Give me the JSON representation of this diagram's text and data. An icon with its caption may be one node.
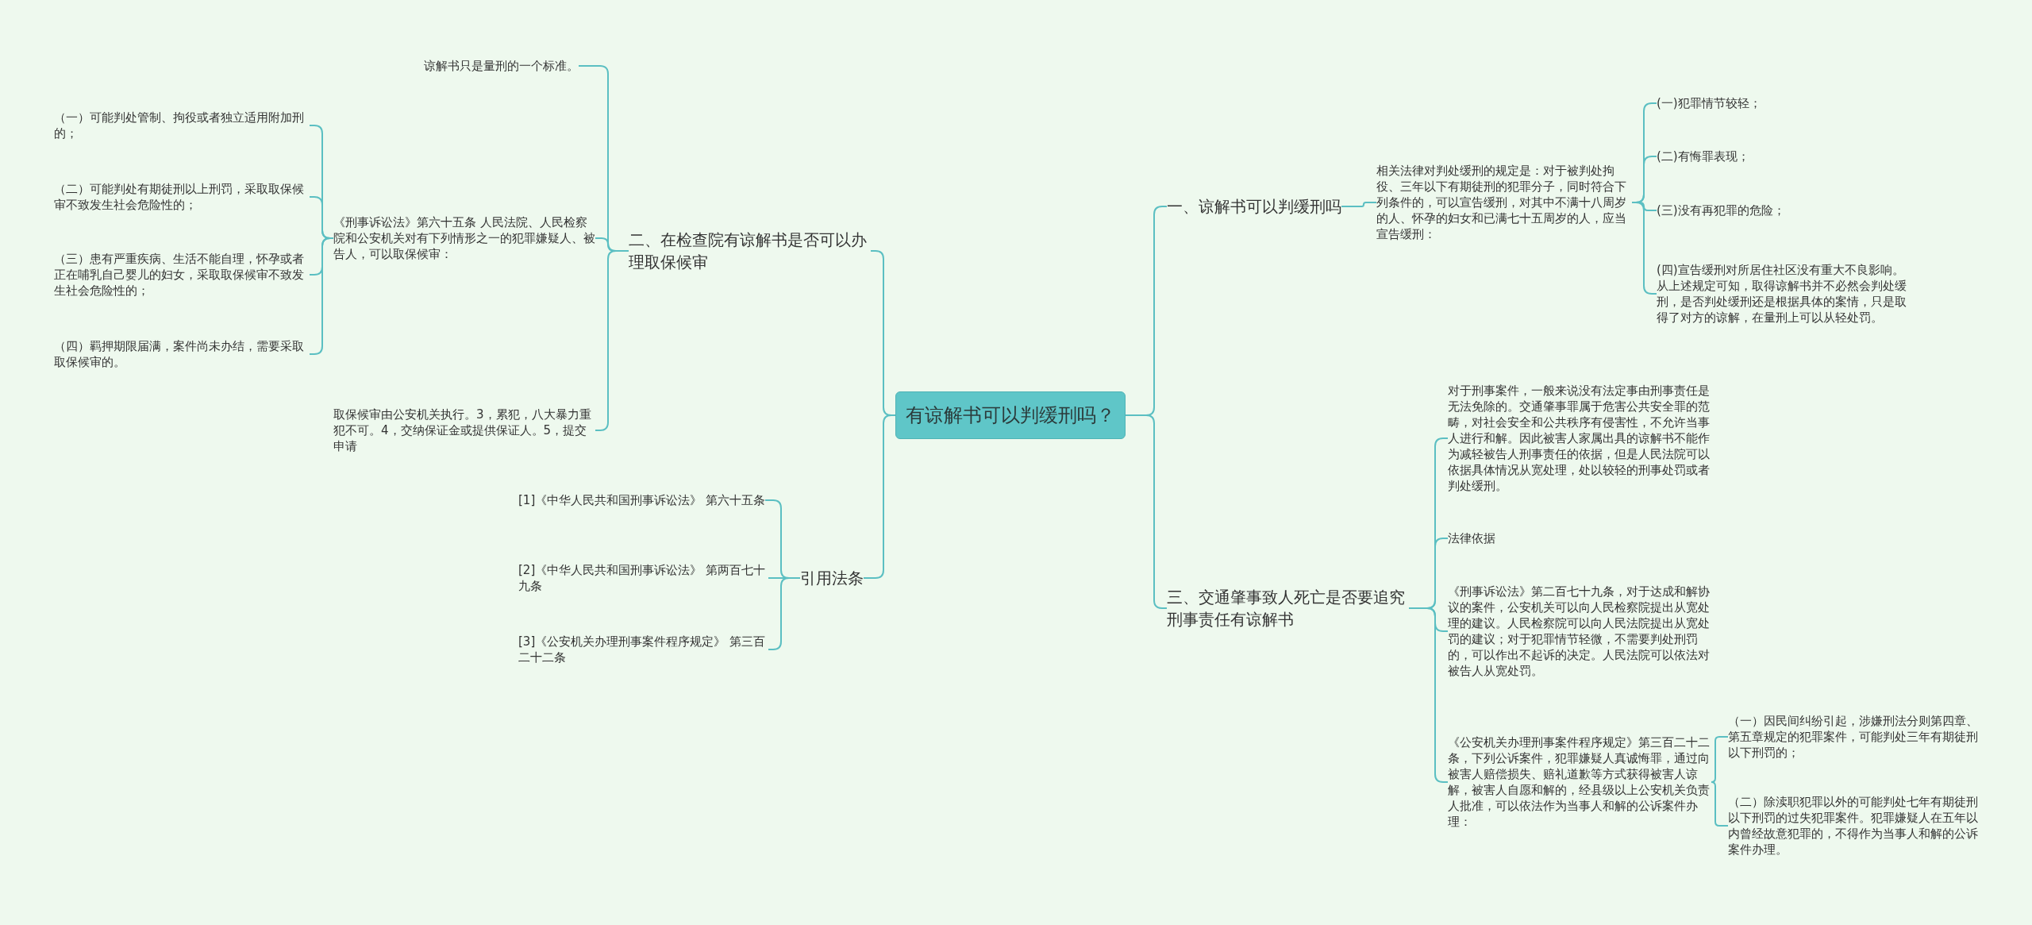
{
  "diagram": {
    "nodes": [
      {
        "text": [
          "有谅解书可以判缓刑吗？"
        ]
      },
      {
        "text": [
          "一、谅解书可以判缓刑吗"
        ]
      },
      {
        "text": [
          "相关法律对判处缓刑的规定是：对于被判处拘役、三年以下有期徒刑的犯罪分子，同时符合下列条件的，可以宣告缓刑，对其中不满十八周岁的人、怀孕的妇女和已满七十五周岁的人，应当宣告缓刑："
        ]
      },
      {
        "text": [
          "(一)犯罪情节较轻；"
        ]
      },
      {
        "text": [
          "(二)有悔罪表现；"
        ]
      },
      {
        "text": [
          "(三)没有再犯罪的危险；"
        ]
      },
      {
        "text": [
          "(四)宣告缓刑对所居住社区没有重大不良影响。从上述规定可知，取得谅解书并不必然会判处缓刑，是否判处缓刑还是根据具体的案情，只是取得了对方的谅解，在量刑上可以从轻处罚。"
        ]
      },
      {
        "text": [
          "三、交通肇事致人死亡是否要追究刑事责任有谅解书"
        ]
      },
      {
        "text": [
          "对于刑事案件，一般来说没有法定事由刑事责任是无法免除的。交通肇事罪属于危害公共安全罪的范畴，对社会安全和公共秩序有侵害性，不允许当事人进行和解。因此被害人家属出具的谅解书不能作为减轻被告人刑事责任的依据，但是人民法院可以依据具体情况从宽处理，处以较轻的刑事处罚或者判处缓刑。"
        ]
      },
      {
        "text": [
          "法律依据"
        ]
      },
      {
        "text": [
          "《刑事诉讼法》第二百七十九条，对于达成和解协议的案件，公安机关可以向人民检察院提出从宽处理的建议。人民检察院可以向人民法院提出从宽处罚的建议；对于犯罪情节轻微，不需要判处刑罚的，可以作出不起诉的决定。人民法院可以依法对被告人从宽处罚。"
        ]
      },
      {
        "text": [
          "《公安机关办理刑事案件程序规定》第三百二十二条，下列公诉案件，犯罪嫌疑人真诚悔罪，通过向被害人赔偿损失、赔礼道歉等方式获得被害人谅解，被害人自愿和解的，经县级以上公安机关负责人批准，可以依法作为当事人和解的公诉案件办理："
        ]
      },
      {
        "text": [
          "（一）因民间纠纷引起，涉嫌刑法分则第四章、第五章规定的犯罪案件，可能判处三年有期徒刑以下刑罚的；"
        ]
      },
      {
        "text": [
          "（二）除渎职犯罪以外的可能判处七年有期徒刑以下刑罚的过失犯罪案件。犯罪嫌疑人在五年以内曾经故意犯罪的，不得作为当事人和解的公诉案件办理。"
        ]
      },
      {
        "text": [
          "二、在检查院有谅解书是否可以办理取保候审"
        ]
      },
      {
        "text": [
          "谅解书只是量刑的一个标准。"
        ]
      },
      {
        "text": [
          "《刑事诉讼法》第六十五条 人民法院、人民检察院和公安机关对有下列情形之一的犯罪嫌疑人、被告人，可以取保候审："
        ]
      },
      {
        "text": [
          "（一）可能判处管制、拘役或者独立适用附加刑的；"
        ]
      },
      {
        "text": [
          "（二）可能判处有期徒刑以上刑罚，采取取保候审不致发生社会危险性的；"
        ]
      },
      {
        "text": [
          "（三）患有严重疾病、生活不能自理，怀孕或者正在哺乳自己婴儿的妇女，采取取保候审不致发生社会危险性的；"
        ]
      },
      {
        "text": [
          "（四）羁押期限届满，案件尚未办结，需要采取取保候审的。"
        ]
      },
      {
        "text": [
          "取保候审由公安机关执行。3，累犯，八大暴力重犯不可。4，交纳保证金或提供保证人。5，提交申请"
        ]
      },
      {
        "text": [
          "引用法条"
        ]
      },
      {
        "text": [
          "[1]《中华人民共和国刑事诉讼法》 第六十五条"
        ]
      },
      {
        "text": [
          "[2]《中华人民共和国刑事诉讼法》 第两百七十九条"
        ]
      },
      {
        "text": [
          "[3]《公安机关办理刑事案件程序规定》 第三百二十二条"
        ]
      }
    ],
    "edges": [
      {
        "from": 0,
        "to": 1,
        "arrow": "none"
      },
      {
        "from": 1,
        "to": 2,
        "arrow": "none"
      },
      {
        "from": 2,
        "to": 3,
        "arrow": "none"
      },
      {
        "from": 2,
        "to": 4,
        "arrow": "none"
      },
      {
        "from": 2,
        "to": 5,
        "arrow": "none"
      },
      {
        "from": 2,
        "to": 6,
        "arrow": "none"
      },
      {
        "from": 0,
        "to": 7,
        "arrow": "none"
      },
      {
        "from": 7,
        "to": 8,
        "arrow": "none"
      },
      {
        "from": 7,
        "to": 9,
        "arrow": "none"
      },
      {
        "from": 7,
        "to": 10,
        "arrow": "none"
      },
      {
        "from": 7,
        "to": 11,
        "arrow": "none"
      },
      {
        "from": 11,
        "to": 12,
        "arrow": "none"
      },
      {
        "from": 11,
        "to": 13,
        "arrow": "none"
      },
      {
        "from": 0,
        "to": 14,
        "arrow": "none"
      },
      {
        "from": 14,
        "to": 15,
        "arrow": "none"
      },
      {
        "from": 14,
        "to": 16,
        "arrow": "none"
      },
      {
        "from": 16,
        "to": 17,
        "arrow": "none"
      },
      {
        "from": 16,
        "to": 18,
        "arrow": "none"
      },
      {
        "from": 16,
        "to": 19,
        "arrow": "none"
      },
      {
        "from": 16,
        "to": 20,
        "arrow": "none"
      },
      {
        "from": 14,
        "to": 21,
        "arrow": "none"
      },
      {
        "from": 0,
        "to": 22,
        "arrow": "none"
      },
      {
        "from": 22,
        "to": 23,
        "arrow": "none"
      },
      {
        "from": 22,
        "to": 24,
        "arrow": "none"
      },
      {
        "from": 22,
        "to": 25,
        "arrow": "none"
      }
    ]
  }
}
